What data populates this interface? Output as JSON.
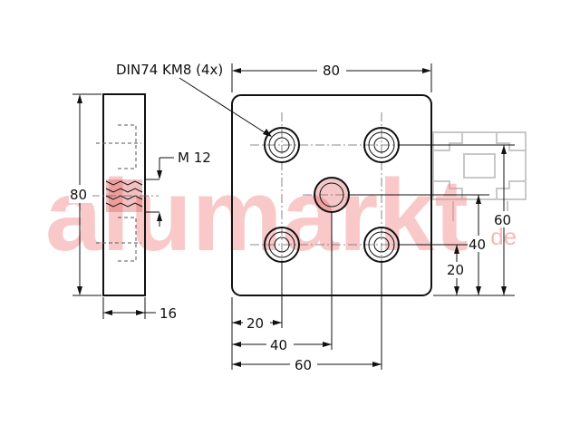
{
  "annotations": {
    "din_label": "DIN74 KM8 (4x)",
    "thread_label": "M 12",
    "top_width": "80",
    "side_height": "80",
    "side_thickness": "16",
    "dim_20_left": "20",
    "dim_40_left": "40",
    "dim_60_bottom": "60",
    "dim_20_right": "20",
    "dim_40_right": "40",
    "dim_60_right": "60"
  },
  "watermark": {
    "main": "alumarkt",
    "suffix": ".de"
  },
  "colors": {
    "line": "#111111",
    "watermark": "#f28a8a",
    "thread_fill": "#d94a4a"
  }
}
